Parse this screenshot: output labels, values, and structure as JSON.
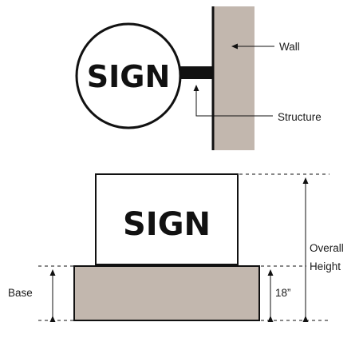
{
  "top_diagram": {
    "sign_text": "SIGN",
    "wall_label": "Wall",
    "structure_label": "Structure"
  },
  "bottom_diagram": {
    "sign_text": "SIGN",
    "overall_height_line1": "Overall",
    "overall_height_line2": "Height",
    "base_label": "Base",
    "base_height_label": "18”"
  },
  "colors": {
    "wall_fill": "#c2b7ae",
    "base_fill": "#c2b7ae",
    "stroke": "#111111"
  }
}
